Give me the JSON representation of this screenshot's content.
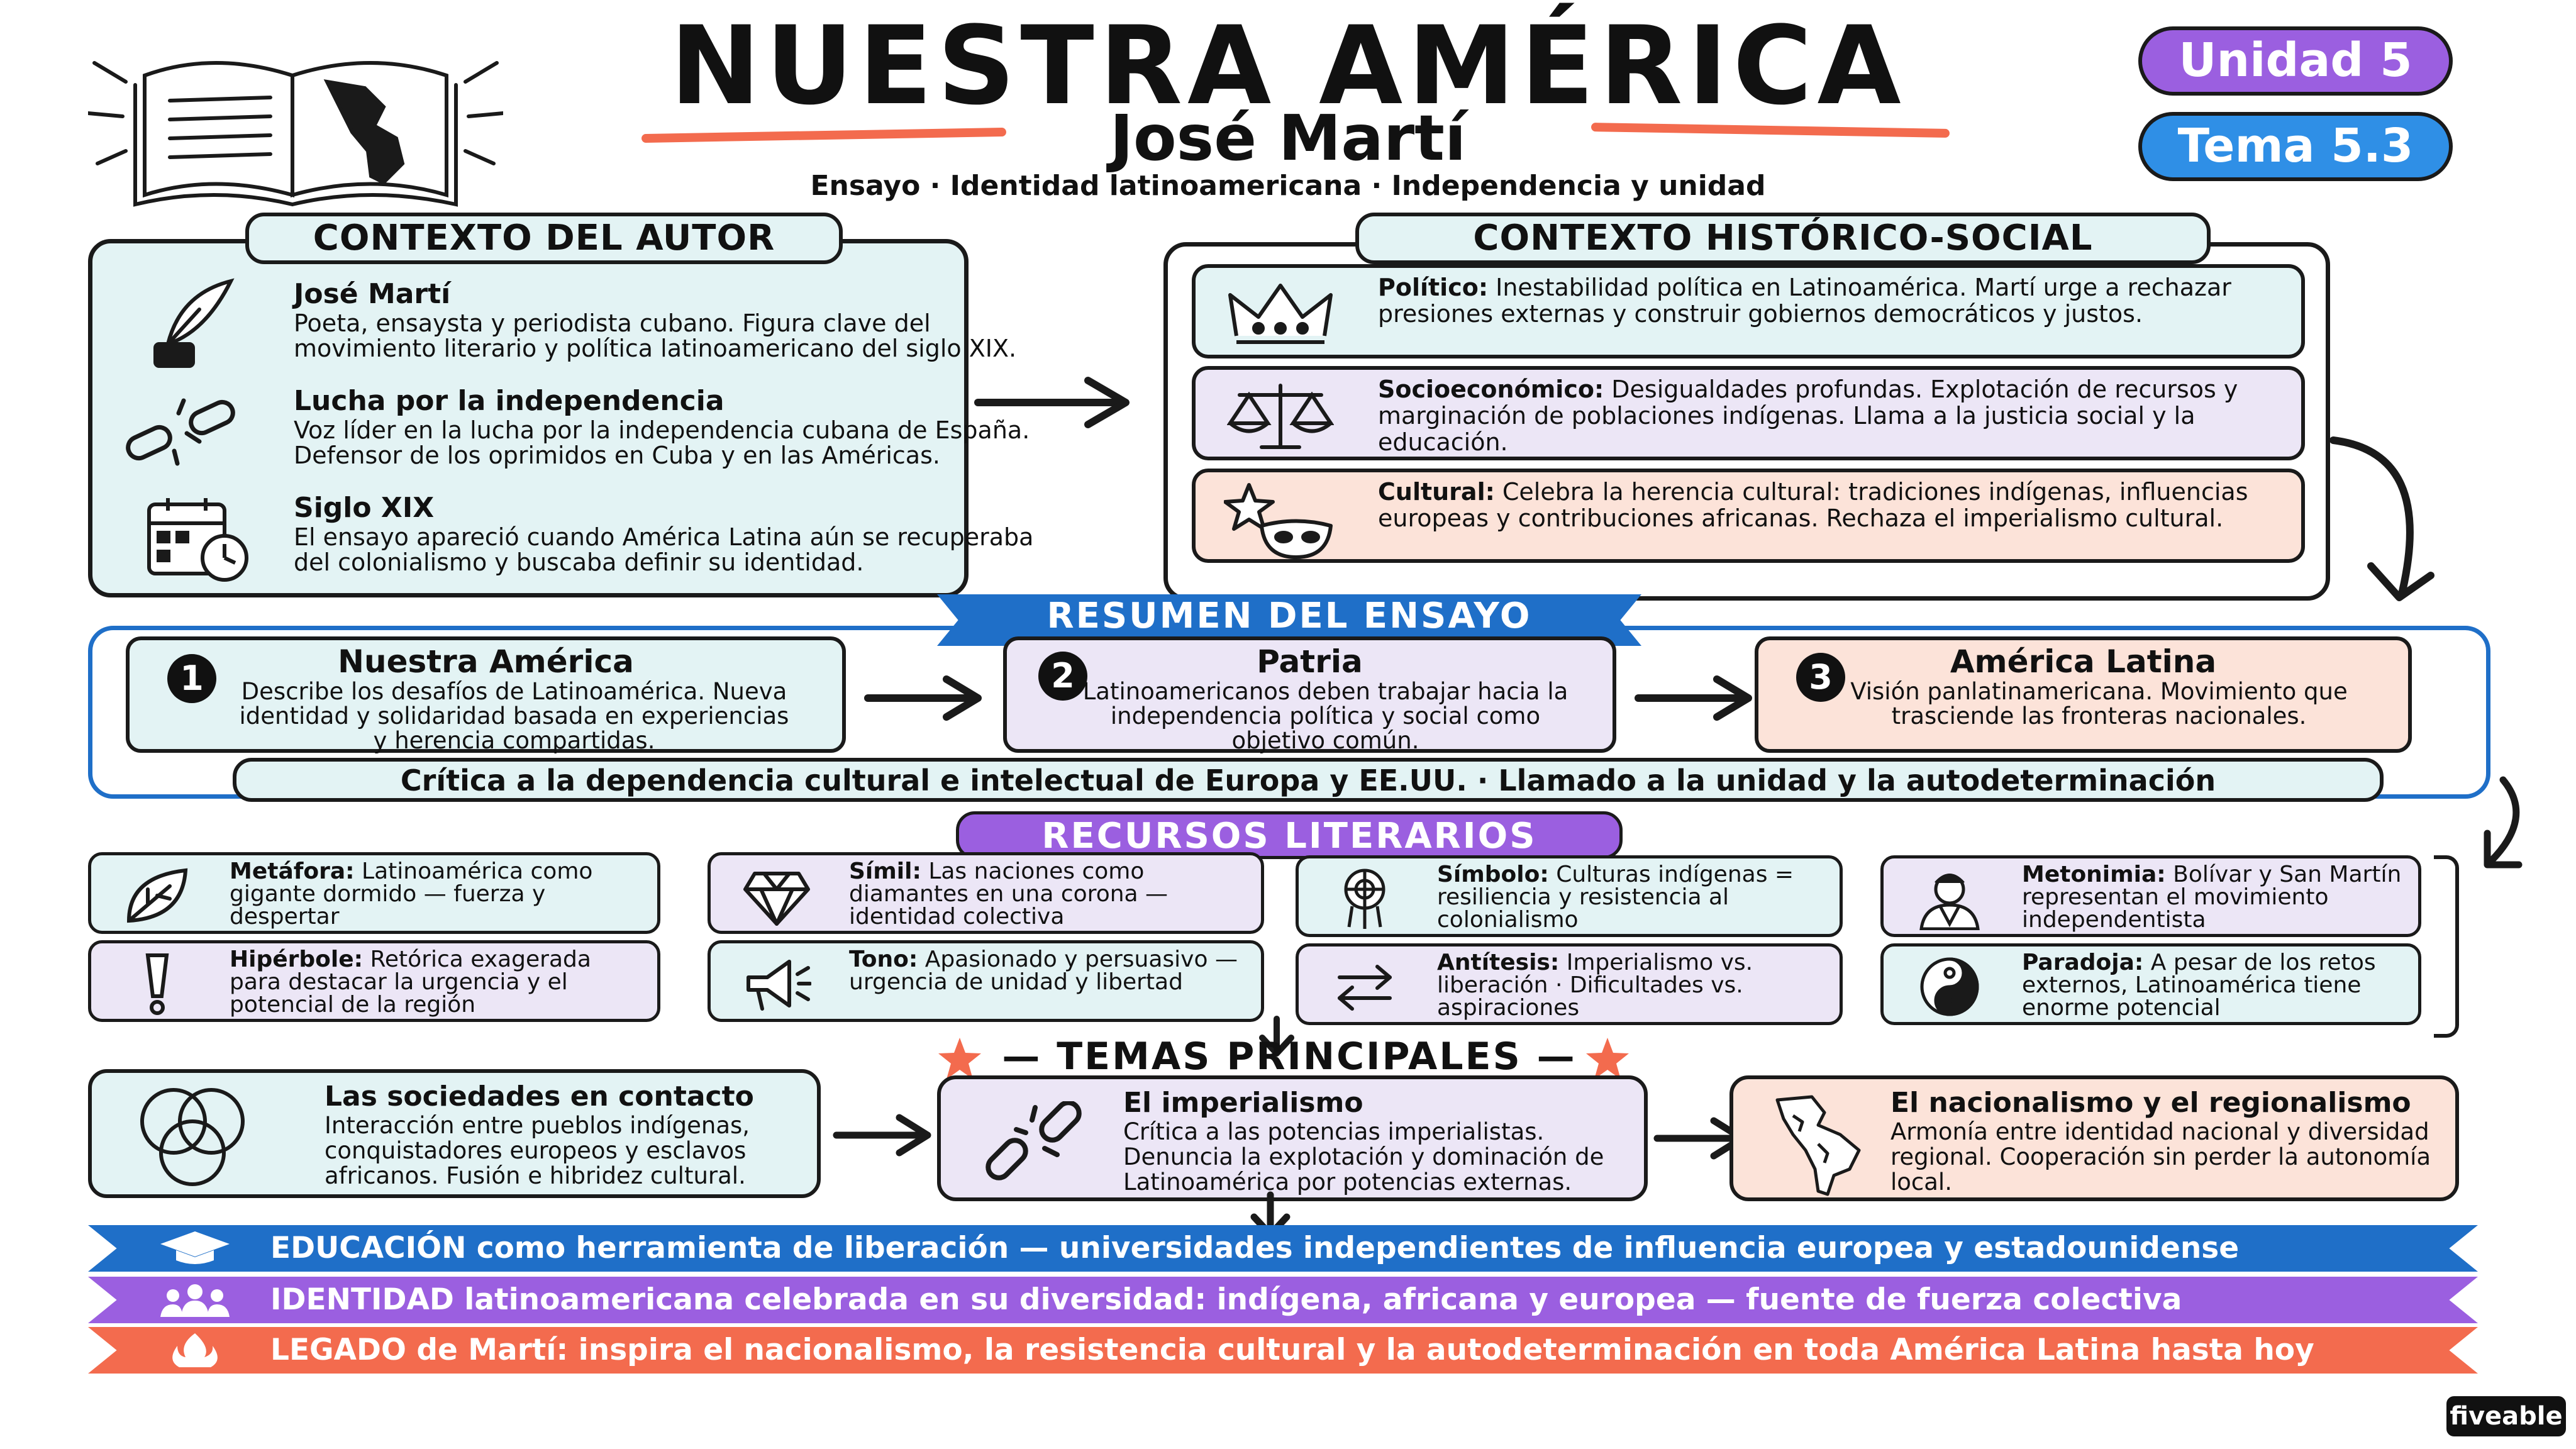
{
  "header": {
    "title": "NUESTRA AMÉRICA",
    "author": "José Martí",
    "tagline": "Ensayo · Identidad latinoamericana · Independencia y unidad",
    "unit": "Unidad 5",
    "topic": "Tema 5.3"
  },
  "colors": {
    "teal": "#e3f3f4",
    "lavender": "#ece6f6",
    "peach": "#fce3d9",
    "purple": "#9b5fe0",
    "blue": "#2f8fe6",
    "coral": "#f36b4e",
    "deep_blue": "#1f6fc8"
  },
  "context_author": {
    "label": "CONTEXTO DEL AUTOR",
    "items": [
      {
        "icon": "quill-icon",
        "title": "José Martí",
        "text": "Poeta, ensaysta y periodista cubano. Figura clave del movimiento literario y política latinoamericano del siglo XIX."
      },
      {
        "icon": "broken-chain-icon",
        "title": "Lucha por la independencia",
        "text": "Voz líder en la lucha por la independencia cubana de España. Defensor de los oprimidos en Cuba y en las Américas."
      },
      {
        "icon": "calendar-icon",
        "title": "Siglo XIX",
        "text": "El ensayo apareció cuando América Latina aún se recuperaba del colonialismo y buscaba definir su identidad."
      }
    ]
  },
  "context_history": {
    "label": "CONTEXTO HISTÓRICO-SOCIAL",
    "rows": [
      {
        "icon": "crown-icon",
        "key": "Político:",
        "text": "Inestabilidad política en Latinoamérica. Martí urge a rechazar presiones externas y construir gobiernos democráticos y justos."
      },
      {
        "icon": "scales-icon",
        "key": "Socioeconómico:",
        "text": "Desigualdades profundas. Explotación de recursos y marginación de poblaciones indígenas. Llama a la justicia social y la educación."
      },
      {
        "icon": "masks-icon",
        "key": "Cultural:",
        "text": "Celebra la herencia cultural: tradiciones indígenas, influencias europeas y contribuciones africanas. Rechaza el imperialismo cultural."
      }
    ]
  },
  "summary": {
    "label": "RESUMEN DEL ENSAYO",
    "cards": [
      {
        "num": "1",
        "title": "Nuestra América",
        "text": "Describe los desafíos de Latinoamérica. Nueva identidad y solidaridad basada en experiencias y herencia compartidas."
      },
      {
        "num": "2",
        "title": "Patria",
        "text": "Latinoamericanos deben trabajar hacia la independencia política y social como objetivo común."
      },
      {
        "num": "3",
        "title": "América Latina",
        "text": "Visión panlatinamericana. Movimiento que trasciende las fronteras nacionales."
      }
    ],
    "critique": "Crítica a la dependencia cultural e intelectual de Europa y EE.UU. · Llamado a la unidad y la autodeterminación"
  },
  "literary": {
    "label": "RECURSOS LITERARIOS",
    "items": [
      {
        "icon": "leaf-icon",
        "key": "Metáfora:",
        "text": "Latinoamérica como gigante dormido — fuerza y despertar"
      },
      {
        "icon": "diamond-icon",
        "key": "Símil:",
        "text": "Las naciones como diamantes en una corona — identidad colectiva"
      },
      {
        "icon": "dreamcatcher-icon",
        "key": "Símbolo:",
        "text": "Culturas indígenas = resiliencia y resistencia al colonialismo"
      },
      {
        "icon": "portrait-icon",
        "key": "Metonimia:",
        "text": "Bolívar y San Martín representan el movimiento independentista"
      },
      {
        "icon": "exclamation-icon",
        "key": "Hipérbole:",
        "text": "Retórica exagerada para destacar la urgencia y el potencial de la región"
      },
      {
        "icon": "megaphone-icon",
        "key": "Tono:",
        "text": "Apasionado y persuasivo — urgencia de unidad y libertad"
      },
      {
        "icon": "arrows-opposite-icon",
        "key": "Antítesis:",
        "text": "Imperialismo vs. liberación · Dificultades vs. aspiraciones"
      },
      {
        "icon": "yin-yang-icon",
        "key": "Paradoja:",
        "text": "A pesar de los retos externos, Latinoamérica tiene enorme potencial"
      }
    ]
  },
  "themes": {
    "label": "— TEMAS PRINCIPALES —",
    "items": [
      {
        "icon": "venn-icon",
        "title": "Las sociedades en contacto",
        "text": "Interacción entre pueblos indígenas, conquistadores europeos y esclavos africanos. Fusión e hibridez cultural."
      },
      {
        "icon": "broken-chain-icon",
        "title": "El imperialismo",
        "text": "Crítica a las potencias imperialistas. Denuncia la explotación y dominación de Latinoamérica por potencias externas."
      },
      {
        "icon": "map-icon",
        "title": "El nacionalismo y el regionalismo",
        "text": "Armonía entre identidad nacional y diversidad regional. Cooperación sin perder la autonomía local."
      }
    ]
  },
  "ribbons": [
    {
      "icon": "graduation-cap-icon",
      "key": "EDUCACIÓN",
      "text": " como herramienta de liberación — universidades independientes de influencia europea y estadounidense"
    },
    {
      "icon": "people-icon",
      "key": "IDENTIDAD",
      "text": " latinoamericana celebrada en su diversidad: indígena, africana y europea — fuente de fuerza colectiva"
    },
    {
      "icon": "flame-icon",
      "key": "LEGADO",
      "text": " de Martí: inspira el nacionalismo, la resistencia cultural y la autodeterminación en toda América Latina hasta hoy"
    }
  ],
  "brand": "fiveable"
}
